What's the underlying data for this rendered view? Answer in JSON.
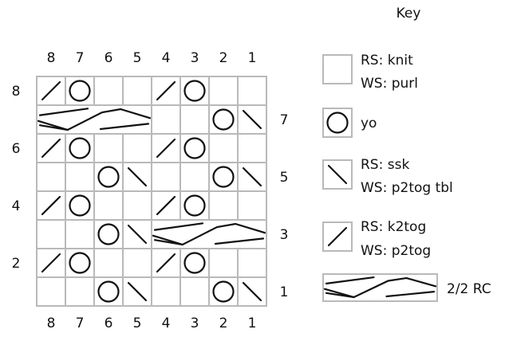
{
  "chart": {
    "columns": [
      "8",
      "7",
      "6",
      "5",
      "4",
      "3",
      "2",
      "1"
    ],
    "rows_top_to_bottom": [
      {
        "row": "8",
        "label_side": "left",
        "cells": [
          "k2tog",
          "yo",
          "knit",
          "knit",
          "k2tog",
          "yo",
          "knit",
          "knit"
        ]
      },
      {
        "row": "7",
        "label_side": "right",
        "cells": [
          "2/2 RC",
          "2/2 RC",
          "2/2 RC",
          "2/2 RC",
          "knit",
          "knit",
          "yo",
          "ssk"
        ]
      },
      {
        "row": "6",
        "label_side": "left",
        "cells": [
          "k2tog",
          "yo",
          "knit",
          "knit",
          "k2tog",
          "yo",
          "knit",
          "knit"
        ]
      },
      {
        "row": "5",
        "label_side": "right",
        "cells": [
          "knit",
          "knit",
          "yo",
          "ssk",
          "knit",
          "knit",
          "yo",
          "ssk"
        ]
      },
      {
        "row": "4",
        "label_side": "left",
        "cells": [
          "k2tog",
          "yo",
          "knit",
          "knit",
          "k2tog",
          "yo",
          "knit",
          "knit"
        ]
      },
      {
        "row": "3",
        "label_side": "right",
        "cells": [
          "knit",
          "knit",
          "yo",
          "ssk",
          "2/2 RC",
          "2/2 RC",
          "2/2 RC",
          "2/2 RC"
        ]
      },
      {
        "row": "2",
        "label_side": "left",
        "cells": [
          "k2tog",
          "yo",
          "knit",
          "knit",
          "k2tog",
          "yo",
          "knit",
          "knit"
        ]
      },
      {
        "row": "1",
        "label_side": "right",
        "cells": [
          "knit",
          "knit",
          "yo",
          "ssk",
          "knit",
          "knit",
          "yo",
          "ssk"
        ]
      }
    ]
  },
  "key": {
    "title": "Key",
    "entries": [
      {
        "symbol": "knit",
        "lines": [
          "RS: knit",
          "WS: purl"
        ]
      },
      {
        "symbol": "yo",
        "lines": [
          "yo"
        ]
      },
      {
        "symbol": "ssk",
        "lines": [
          "RS: ssk",
          "WS: p2tog tbl"
        ]
      },
      {
        "symbol": "k2tog",
        "lines": [
          "RS: k2tog",
          "WS: p2tog"
        ]
      },
      {
        "symbol": "2/2 RC",
        "lines": [
          "2/2 RC"
        ]
      }
    ]
  },
  "colors": {
    "grid": "#b9b9b9",
    "symbol": "#111111",
    "background": "#ffffff"
  }
}
